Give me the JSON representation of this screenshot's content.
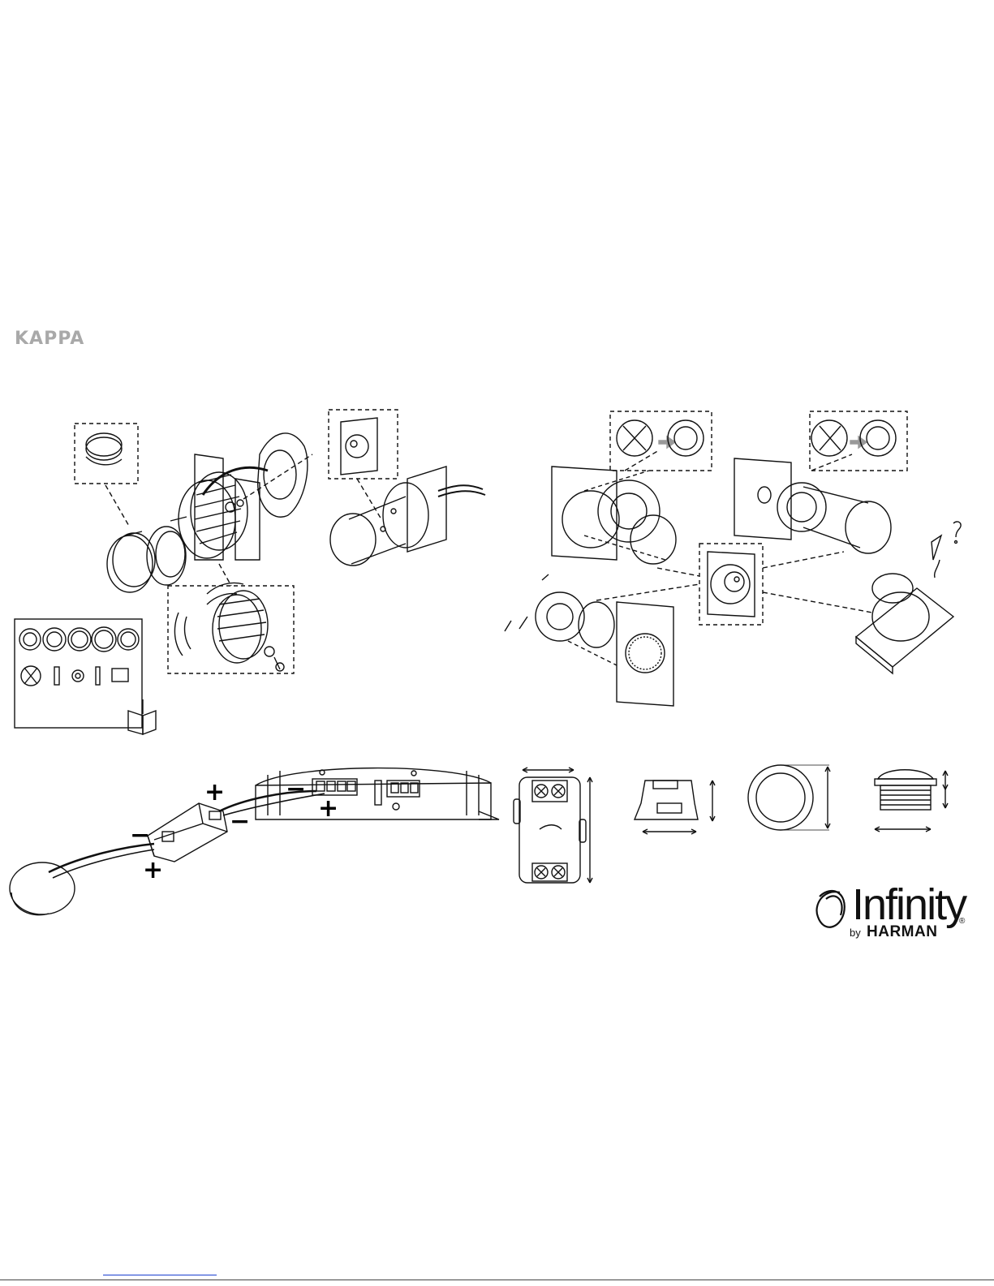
{
  "header": {
    "brand": "KAPPA"
  },
  "wiring": {
    "plus_sign": "+",
    "minus_sign": "−"
  },
  "logo": {
    "word": "Infinity",
    "reg": "®",
    "by": "by",
    "maker": "HARMAN"
  }
}
